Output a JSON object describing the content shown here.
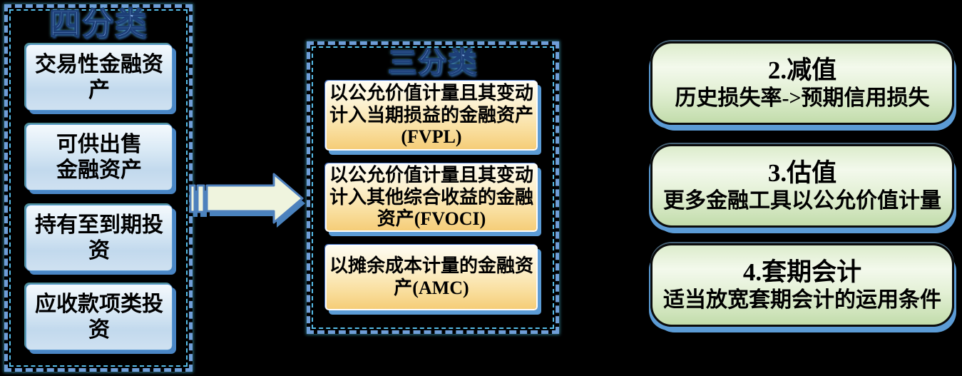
{
  "colors": {
    "background": "#000000",
    "dashed_border_blue": "#6f9ed8",
    "dashed_border_cyan": "#56bde8",
    "blue_box_top": "#f4f9fd",
    "blue_box_bottom": "#c2d9ed",
    "yellow_box_top": "#fefcf1",
    "yellow_box_bottom": "#f5cd78",
    "green_box_light": "#f3f9ec",
    "green_box_dark": "#c2dcab",
    "shadow_blue": "#5b9bd5",
    "wordart_blue": "#7fa8e0",
    "arrow_fill": "#eff4de",
    "arrow_stroke": "#4f81bd"
  },
  "left_panel": {
    "title": "四分类",
    "boxes": [
      {
        "lines": [
          "交易性金融资产"
        ]
      },
      {
        "lines": [
          "可供出售",
          "金融资产"
        ]
      },
      {
        "lines": [
          "持有至到期投资"
        ]
      },
      {
        "lines": [
          "应收款项类投资"
        ]
      }
    ]
  },
  "arrow": {
    "icon": "striped-right-arrow-icon"
  },
  "middle_panel": {
    "title": "三分类",
    "boxes": [
      {
        "lines": [
          "以公允价值计量且其变动",
          "计入当期损益的金融资产",
          "(FVPL)"
        ]
      },
      {
        "lines": [
          "以公允价值计量且其变动",
          "计入其他综合收益的金融",
          "资产(FVOCI)"
        ]
      },
      {
        "lines": [
          "以摊余成本计量的金融资",
          "产(AMC)"
        ]
      }
    ]
  },
  "right_panel": {
    "boxes": [
      {
        "heading": "2.减值",
        "subtext": "历史损失率->预期信用损失"
      },
      {
        "heading": "3.估值",
        "subtext": "更多金融工具以公允价值计量"
      },
      {
        "heading": "4.套期会计",
        "subtext": "适当放宽套期会计的运用条件"
      }
    ]
  }
}
